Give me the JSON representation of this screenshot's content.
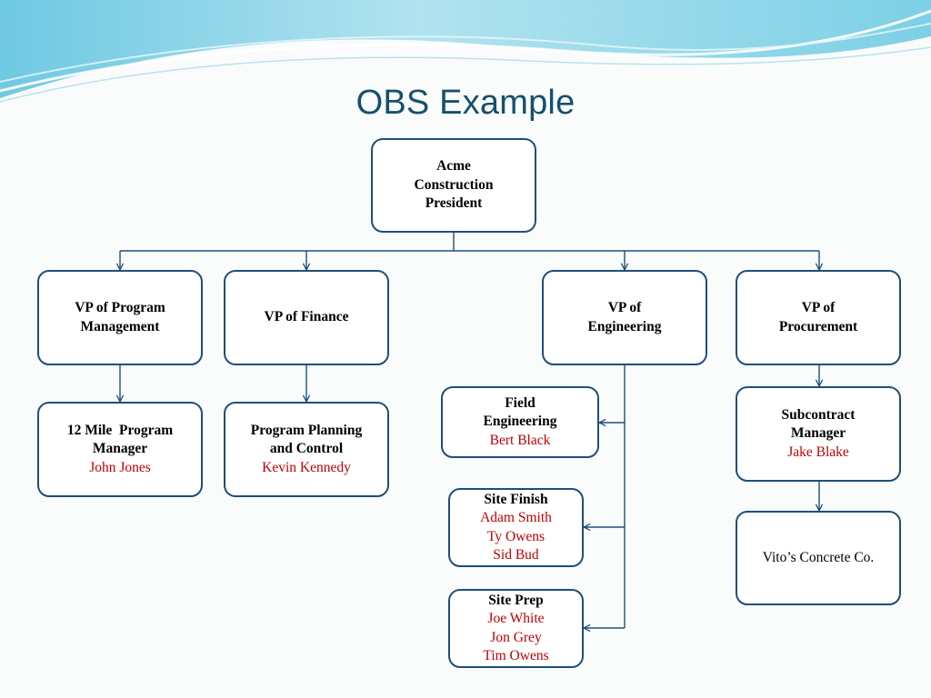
{
  "title": "OBS Example",
  "colors": {
    "box_border": "#1f4e79",
    "person_text": "#c00000",
    "title_text": "#17506b",
    "connector": "#1f4e79"
  },
  "nodes": {
    "president": {
      "lines": [
        "Acme",
        "Construction",
        "President"
      ]
    },
    "vp_program": {
      "lines": [
        "VP of Program",
        "Management"
      ]
    },
    "vp_finance": {
      "lines": [
        "VP of Finance"
      ]
    },
    "vp_engineering": {
      "lines": [
        "VP of",
        "Engineering"
      ]
    },
    "vp_procurement": {
      "lines": [
        "VP of",
        "Procurement"
      ]
    },
    "program_manager": {
      "lines": [
        "12 Mile  Program",
        "Manager"
      ],
      "people": [
        "John Jones"
      ]
    },
    "program_planning": {
      "lines": [
        "Program Planning",
        "and Control"
      ],
      "people": [
        "Kevin Kennedy"
      ]
    },
    "field_engineering": {
      "lines": [
        "Field",
        "Engineering"
      ],
      "people": [
        "Bert Black"
      ]
    },
    "site_finish": {
      "lines": [
        "Site Finish"
      ],
      "people": [
        "Adam Smith",
        "Ty Owens",
        "Sid Bud"
      ]
    },
    "site_prep": {
      "lines": [
        "Site Prep"
      ],
      "people": [
        "Joe White",
        "Jon Grey",
        "Tim Owens"
      ]
    },
    "subcontract_manager": {
      "lines": [
        "Subcontract",
        "Manager"
      ],
      "people": [
        "Jake Blake"
      ]
    },
    "vitos": {
      "lines": [
        "Vito’s Concrete Co."
      ]
    }
  }
}
